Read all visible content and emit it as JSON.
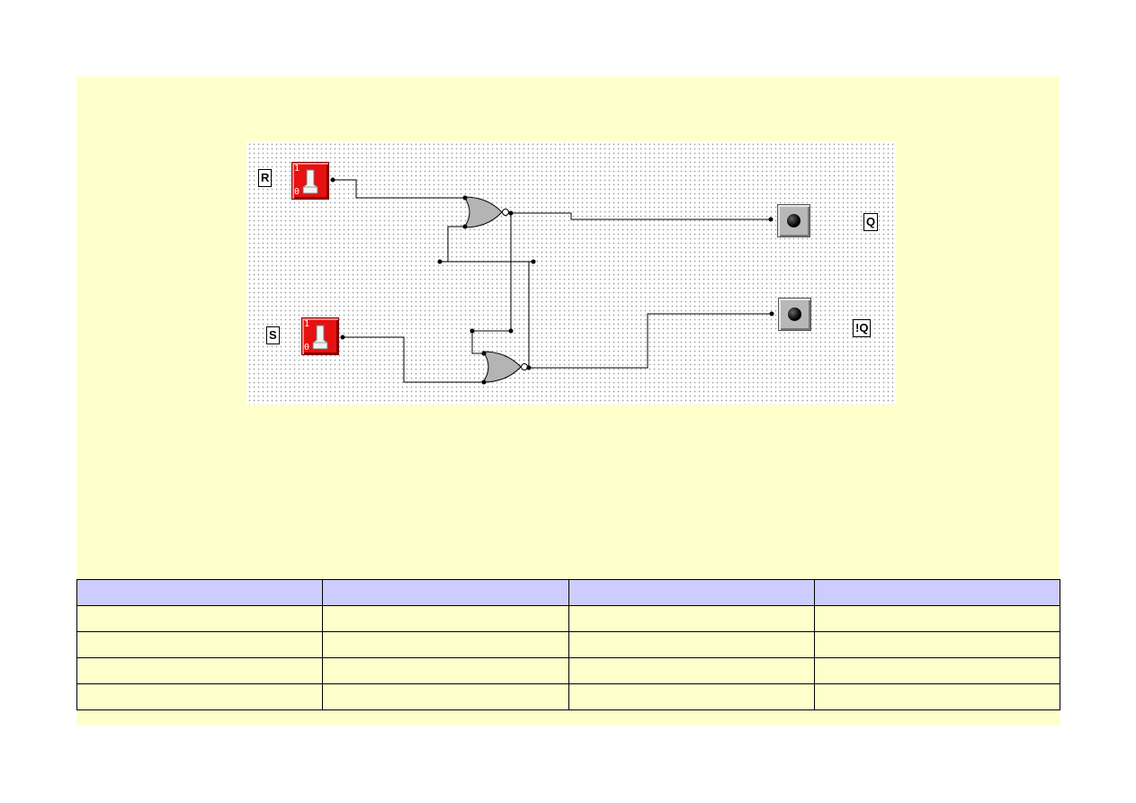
{
  "circuit": {
    "label_r": "R",
    "label_s": "S",
    "label_q": "Q",
    "label_nq": "!Q",
    "switch_on_glyph": "1",
    "switch_off_glyph": "0",
    "switch_icon": "toggle-switch-icon",
    "led_icon": "led-bulb-icon",
    "gate_type": "NOR",
    "colors": {
      "switch": "#e81010",
      "led_body": "#b8b8b8",
      "gate": "#b4b4b4",
      "wire": "#000000",
      "panel": "#ffffcc",
      "header": "#ccccff"
    }
  },
  "truth_table": {
    "headers": [
      "",
      "",
      "",
      ""
    ],
    "rows": [
      [
        "",
        "",
        "",
        ""
      ],
      [
        "",
        "",
        "",
        ""
      ],
      [
        "",
        "",
        "",
        ""
      ],
      [
        "",
        "",
        "",
        ""
      ]
    ]
  }
}
